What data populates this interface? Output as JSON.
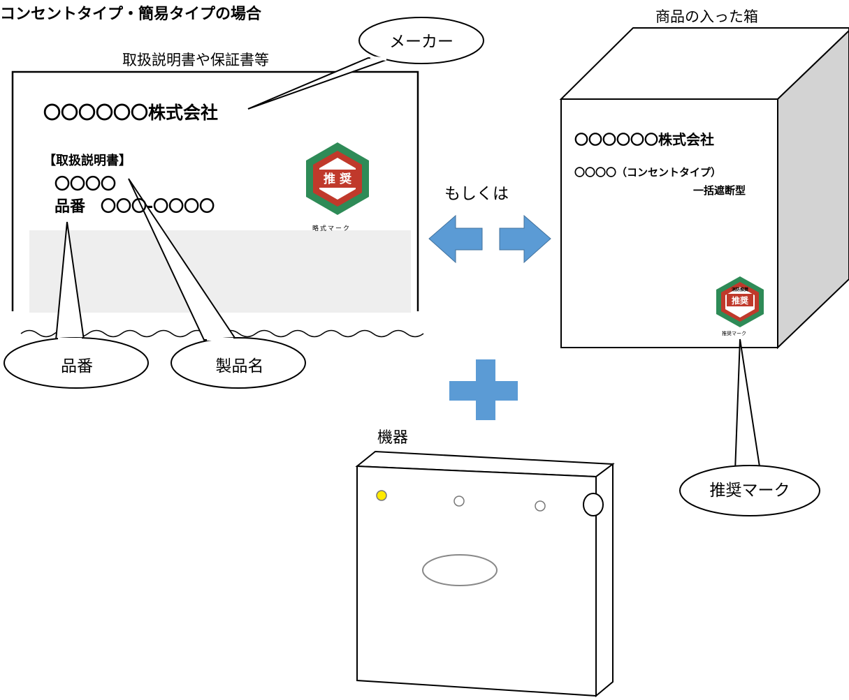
{
  "title": "コンセントタイプ・簡易タイプの場合",
  "document": {
    "caption": "取扱説明書や保証書等",
    "company": "〇〇〇〇〇〇株式会社",
    "manual_label": "【取扱説明書】",
    "product_name": "〇〇〇〇",
    "model_line": "品番　〇〇〇-〇〇〇〇",
    "mark_caption": "略式マーク",
    "mark_text": "推 奨"
  },
  "connector": {
    "or_text": "もしくは"
  },
  "box": {
    "caption": "商品の入った箱",
    "company": "〇〇〇〇〇〇株式会社",
    "product_line": "〇〇〇〇（コンセントタイプ）",
    "type_line": "一括遮断型",
    "mark_caption": "推奨マーク",
    "mark_text": "推奨",
    "mark_top_text": "消防推奨"
  },
  "device": {
    "caption": "機器"
  },
  "callouts": {
    "maker": "メーカー",
    "model_number": "品番",
    "product_name": "製品名",
    "recommended_mark": "推奨マーク"
  },
  "colors": {
    "arrow_blue": "#5b9bd5",
    "mark_red": "#c0392b",
    "mark_green": "#2e8b57",
    "doc_gray_band": "#eeeeee",
    "box_side_gray": "#d3d3d3",
    "indicator_yellow": "#ffea00"
  }
}
